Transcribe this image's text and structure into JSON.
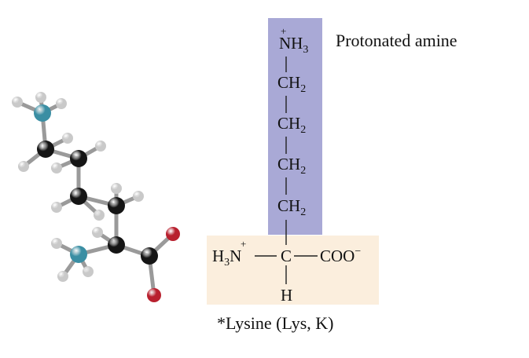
{
  "colors": {
    "side_chain_box": "#a9a9d6",
    "backbone_box": "#fbeedd",
    "carbon_atom": "#151515",
    "nitrogen_atom": "#3a8ea3",
    "oxygen_atom": "#b8202e",
    "hydrogen_atom": "#c9c9c9",
    "bond": "#9a9a9a"
  },
  "labels": {
    "side_chain_label": "Protonated amine",
    "caption": "*Lysine (Lys, K)"
  },
  "formula": {
    "side_chain": {
      "top_group": {
        "main": "NH",
        "sub": "3",
        "charge": "+"
      },
      "ch2_main": "CH",
      "ch2_sub": "2",
      "ch2_count": 4
    },
    "backbone": {
      "amino": {
        "h": "H",
        "h_sub": "3",
        "n": "N",
        "charge": "+"
      },
      "alpha_carbon": "C",
      "carboxyl": {
        "main": "COO",
        "charge": "−"
      },
      "bottom_h": "H"
    }
  },
  "ball_and_stick": {
    "atoms": [
      {
        "el": "N",
        "label": "side-chain-nitrogen"
      },
      {
        "el": "C"
      },
      {
        "el": "C"
      },
      {
        "el": "C"
      },
      {
        "el": "C"
      },
      {
        "el": "C",
        "label": "alpha-carbon"
      },
      {
        "el": "N",
        "label": "amino-nitrogen"
      },
      {
        "el": "C",
        "label": "carboxyl-carbon"
      },
      {
        "el": "O"
      },
      {
        "el": "O"
      },
      {
        "el": "H"
      },
      {
        "el": "H"
      },
      {
        "el": "H"
      },
      {
        "el": "H"
      },
      {
        "el": "H"
      },
      {
        "el": "H"
      },
      {
        "el": "H"
      },
      {
        "el": "H"
      },
      {
        "el": "H"
      },
      {
        "el": "H"
      },
      {
        "el": "H"
      },
      {
        "el": "H"
      },
      {
        "el": "H"
      },
      {
        "el": "H"
      },
      {
        "el": "H"
      }
    ]
  }
}
